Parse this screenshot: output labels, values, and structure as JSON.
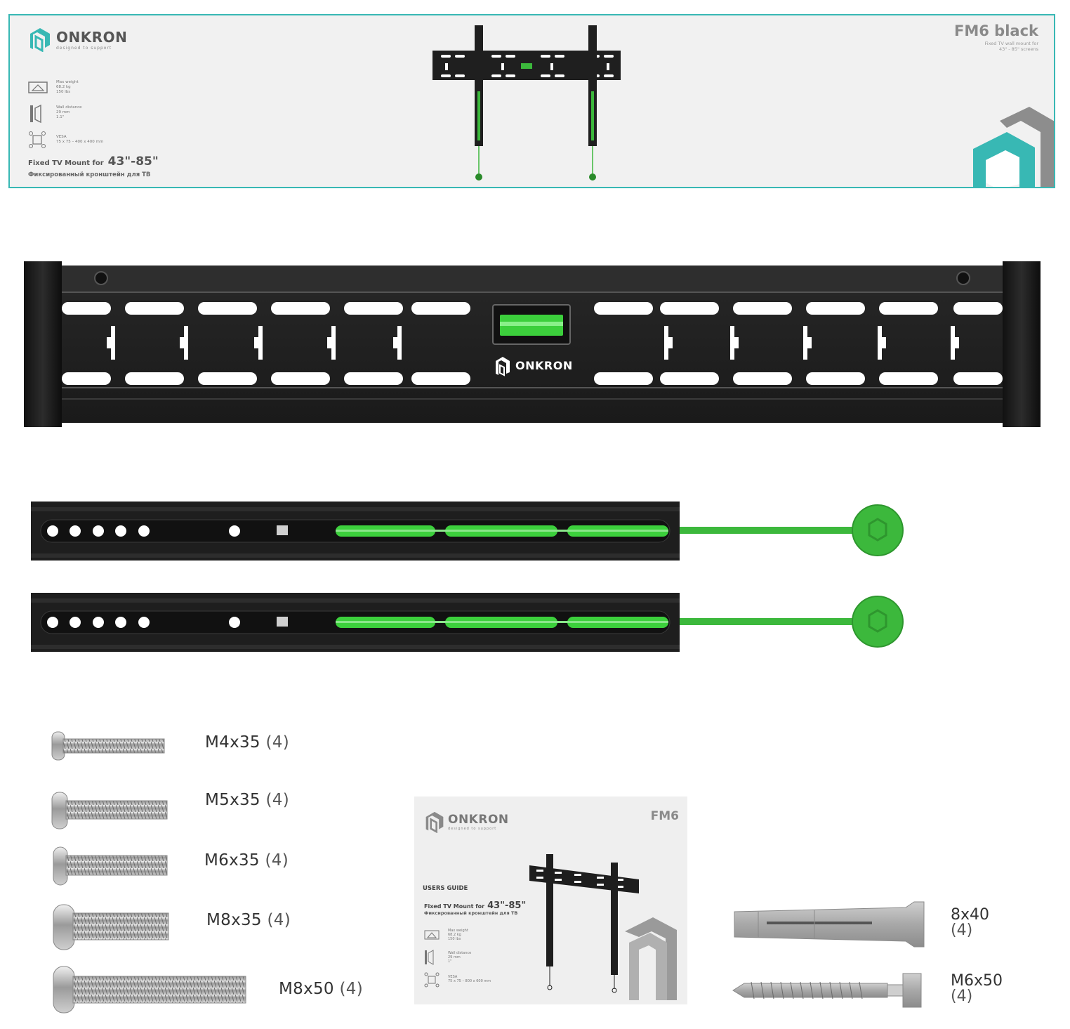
{
  "box": {
    "brand": "ONKRON",
    "tagline": "designed to support",
    "model": "FM6 black",
    "subdesc_line1": "Fixed TV wall mount for",
    "subdesc_line2": "43\" - 85\" screens",
    "specs": [
      {
        "label": "Max weight",
        "value1": "68.2 kg",
        "value2": "150 lbs",
        "icon": "weight-icon"
      },
      {
        "label": "Wall distance",
        "value1": "29 mm",
        "value2": "1.1\"",
        "icon": "wall-distance-icon"
      },
      {
        "label": "VESA",
        "value1": "75 x 75 – 400 x 400 mm",
        "value2": "",
        "icon": "vesa-icon"
      }
    ],
    "mount_for": "Fixed TV Mount for",
    "mount_size": "43\"-85\"",
    "ru_desc": "Фиксированный кронштейн для ТВ"
  },
  "plate": {
    "brand": "ONKRON"
  },
  "screws": [
    {
      "name": "M4x35",
      "qty": "(4)"
    },
    {
      "name": "M5x35",
      "qty": "(4)"
    },
    {
      "name": "M6x35",
      "qty": "(4)"
    },
    {
      "name": "M8x35",
      "qty": "(4)"
    },
    {
      "name": "M8x50",
      "qty": "(4)"
    }
  ],
  "manual": {
    "brand": "ONKRON",
    "tagline": "designed to support",
    "model": "FM6",
    "guide": "USERS GUIDE",
    "mount_for": "Fixed TV Mount for",
    "mount_size": "43\"-85\"",
    "ru_desc": "Фиксированный кронштейн для ТВ",
    "specs": [
      {
        "label": "Max weight",
        "value1": "68.2 kg",
        "value2": "150 lbs"
      },
      {
        "label": "Wall distance",
        "value1": "29 mm",
        "value2": "1\""
      },
      {
        "label": "VESA",
        "value1": "75 x 75 – 800 x 600 mm",
        "value2": ""
      }
    ]
  },
  "anchors": [
    {
      "name": "8x40",
      "qty": "(4)"
    },
    {
      "name": "M6x50",
      "qty": "(4)"
    }
  ],
  "colors": {
    "teal": "#38b8b4",
    "green": "#3cb83c",
    "mount_black": "#1e1e1e",
    "box_bg": "#f1f1f1"
  }
}
